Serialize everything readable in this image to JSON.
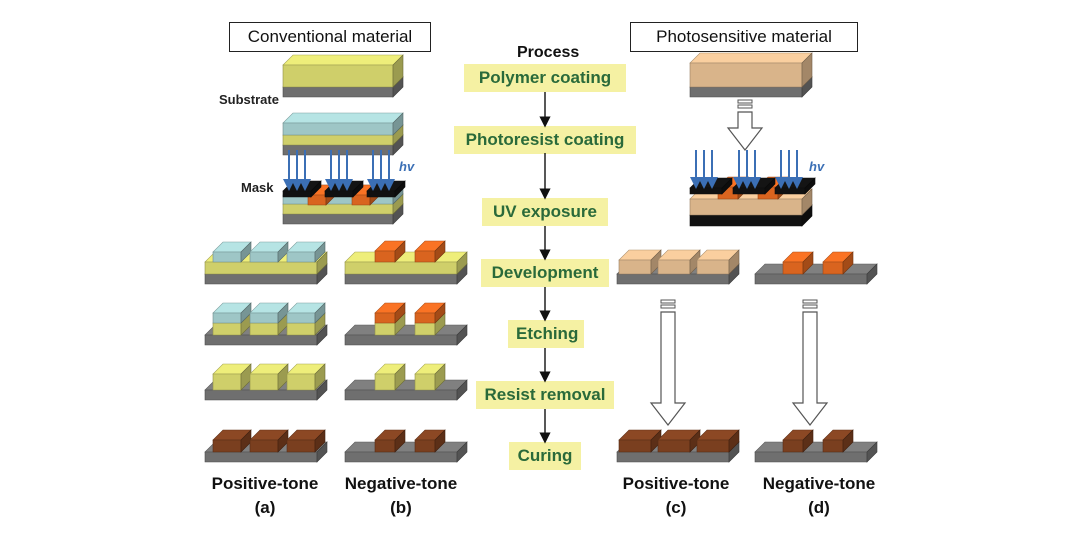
{
  "headers": {
    "conventional": "Conventional material",
    "photosensitive": "Photosensitive material"
  },
  "labels": {
    "substrate": "Substrate",
    "mask": "Mask",
    "hv_left": "hv",
    "hv_right": "hv"
  },
  "process": {
    "title": "Process",
    "steps": [
      "Polymer coating",
      "Photoresist coating",
      "UV exposure",
      "Development",
      "Etching",
      "Resist removal",
      "Curing"
    ]
  },
  "captions": [
    {
      "tone": "Positive-tone",
      "letter": "(a)"
    },
    {
      "tone": "Negative-tone",
      "letter": "(b)"
    },
    {
      "tone": "Positive-tone",
      "letter": "(c)"
    },
    {
      "tone": "Negative-tone",
      "letter": "(d)"
    }
  ],
  "colors": {
    "substrate": "#6f6f6f",
    "polymer": "#cfcf6a",
    "photoresist": "#9ec6c6",
    "mask": "#111111",
    "exposed": "#d9641f",
    "photosensitive": "#d9b48a",
    "cured": "#7a3f1f",
    "uv_arrow": "#3b6fb5",
    "step_fill": "#f5f1a3",
    "step_text": "#2a6a3a"
  }
}
